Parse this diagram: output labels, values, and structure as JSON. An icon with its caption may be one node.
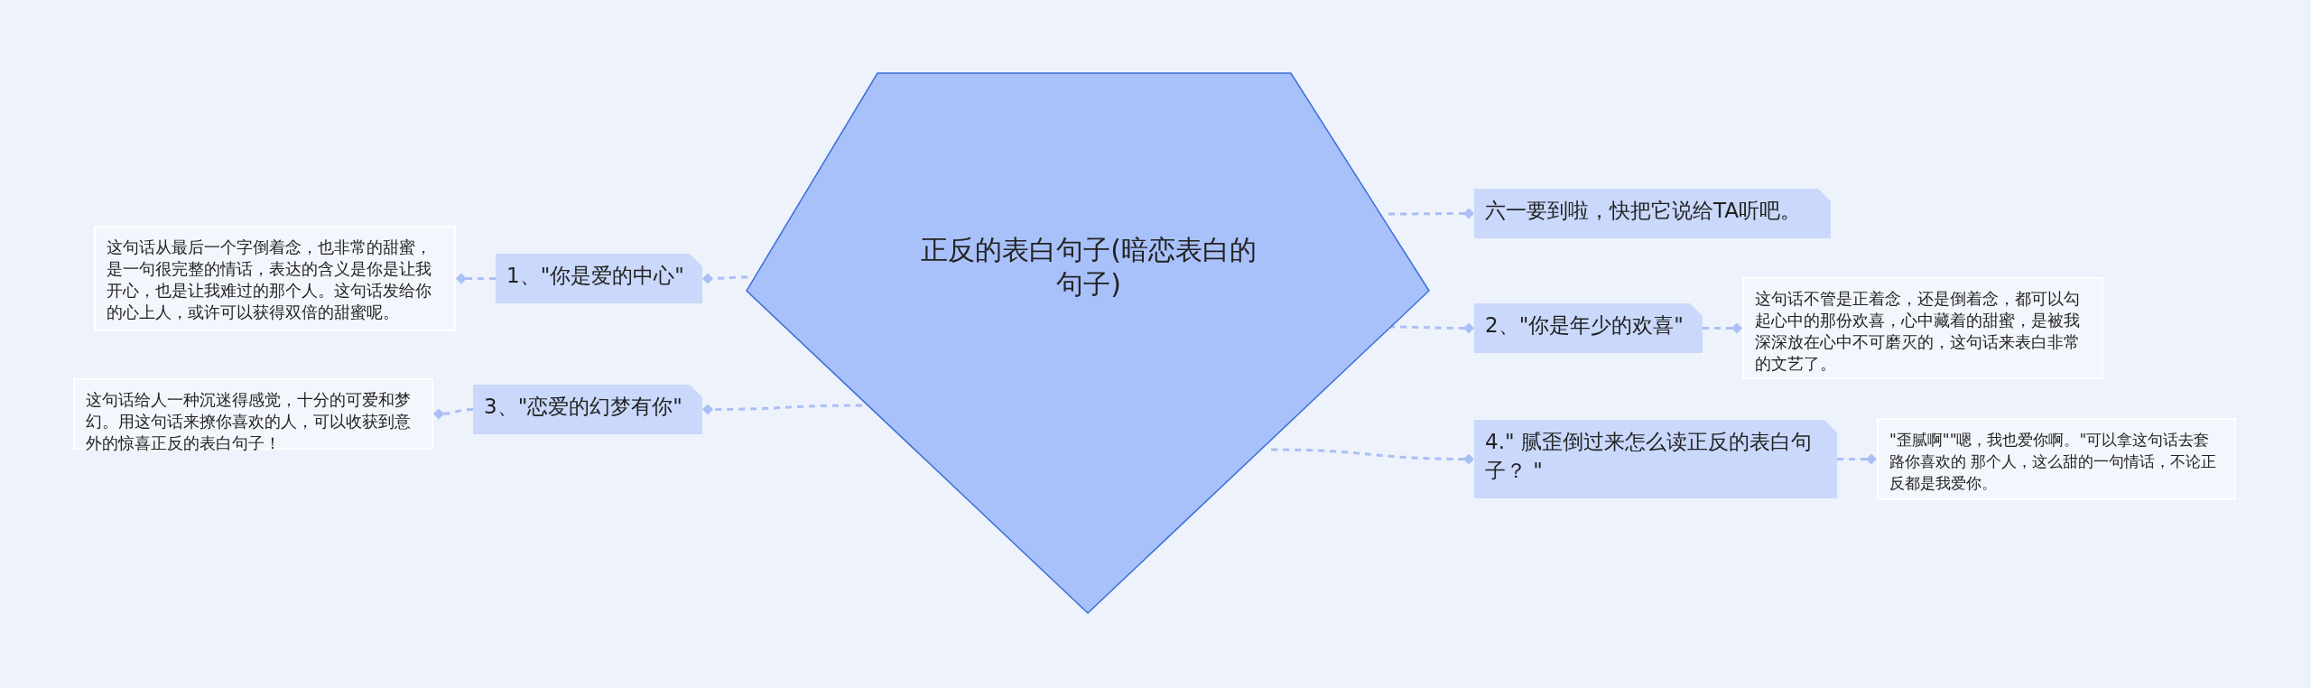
{
  "diagram": {
    "nodes": [
      {
        "text": [
          "正反的表白句子(暗恋表白的句子)"
        ]
      },
      {
        "text": [
          "六一要到啦，快把它说给TA听吧。"
        ]
      },
      {
        "text": [
          "1、\"你是爱的中心\""
        ]
      },
      {
        "text": [
          "这句话从最后一个字倒着念，也非常的甜蜜，是一句很完整的情话，表达的含义是你是让我开心，也是让我难过的那个人。这句话发给你的心上人，或许可以获得双倍的甜蜜呢。"
        ]
      },
      {
        "text": [
          "2、\"你是年少的欢喜\""
        ]
      },
      {
        "text": [
          "这句话不管是正着念，还是倒着念，都可以勾起心中的那份欢喜，心中藏着的甜蜜，是被我深深放在心中不可磨灭的，这句话来表白非常的文艺了。"
        ]
      },
      {
        "text": [
          "3、\"恋爱的幻梦有你\""
        ]
      },
      {
        "text": [
          "这句话给人一种沉迷得感觉，十分的可爱和梦幻。用这句话来撩你喜欢的人，可以收获到意外的惊喜正反的表白句子！"
        ]
      },
      {
        "text": [
          "4.\" 腻歪倒过来怎么读正反的表白句子？ \""
        ]
      },
      {
        "text": [
          "\"歪腻啊\"\"嗯，我也爱你啊。\"可以拿这句话去套路你喜欢的 那个人，这么甜的一句情话，不论正反都是我爱你。"
        ]
      }
    ],
    "edges": [
      {
        "from": 0,
        "to": 1,
        "arrow": "other",
        "style": "dashed"
      },
      {
        "from": 0,
        "to": 2,
        "arrow": "other",
        "style": "dashed"
      },
      {
        "from": 2,
        "to": 3,
        "arrow": "other",
        "style": "dashed"
      },
      {
        "from": 0,
        "to": 4,
        "arrow": "other",
        "style": "dashed"
      },
      {
        "from": 4,
        "to": 5,
        "arrow": "other",
        "style": "dashed"
      },
      {
        "from": 0,
        "to": 6,
        "arrow": "other",
        "style": "dashed"
      },
      {
        "from": 6,
        "to": 7,
        "arrow": "other",
        "style": "dashed"
      },
      {
        "from": 0,
        "to": 8,
        "arrow": "other",
        "style": "dashed"
      },
      {
        "from": 8,
        "to": 9,
        "arrow": "other",
        "style": "dashed"
      }
    ]
  }
}
